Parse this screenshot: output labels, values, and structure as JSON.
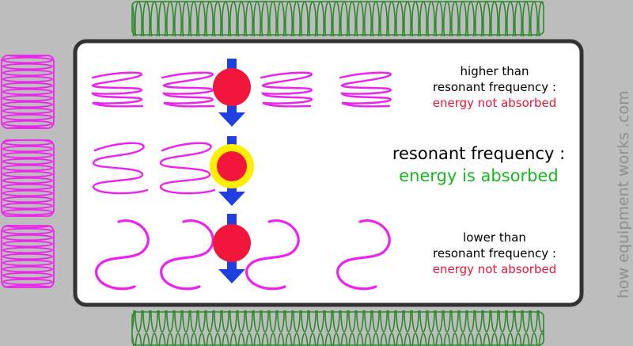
{
  "labels": {
    "high": {
      "line1": "higher than",
      "line2": "resonant frequency :",
      "line3": "energy not absorbed"
    },
    "resonant": {
      "line1": "resonant frequency :",
      "line2": "energy is absorbed"
    },
    "low": {
      "line1": "lower than",
      "line2": "resonant frequency :",
      "line3": "energy not absorbed"
    }
  },
  "watermark": "how equipment works .com",
  "colors": {
    "background": "#bdbdbd",
    "panel": "#ffffff",
    "panel_border": "#333333",
    "magnet_coil": "#2b8a2b",
    "side_coil": "#ee22ee",
    "wave": "#ee22ee",
    "particle": "#f2163d",
    "glow": "#ffee00",
    "arrow": "#1f3fe0",
    "text_red": "#e8163a",
    "text_green": "#17b81f"
  },
  "icons": [
    "green-coil",
    "magenta-coil",
    "particle",
    "arrow-down",
    "glow-ring"
  ]
}
